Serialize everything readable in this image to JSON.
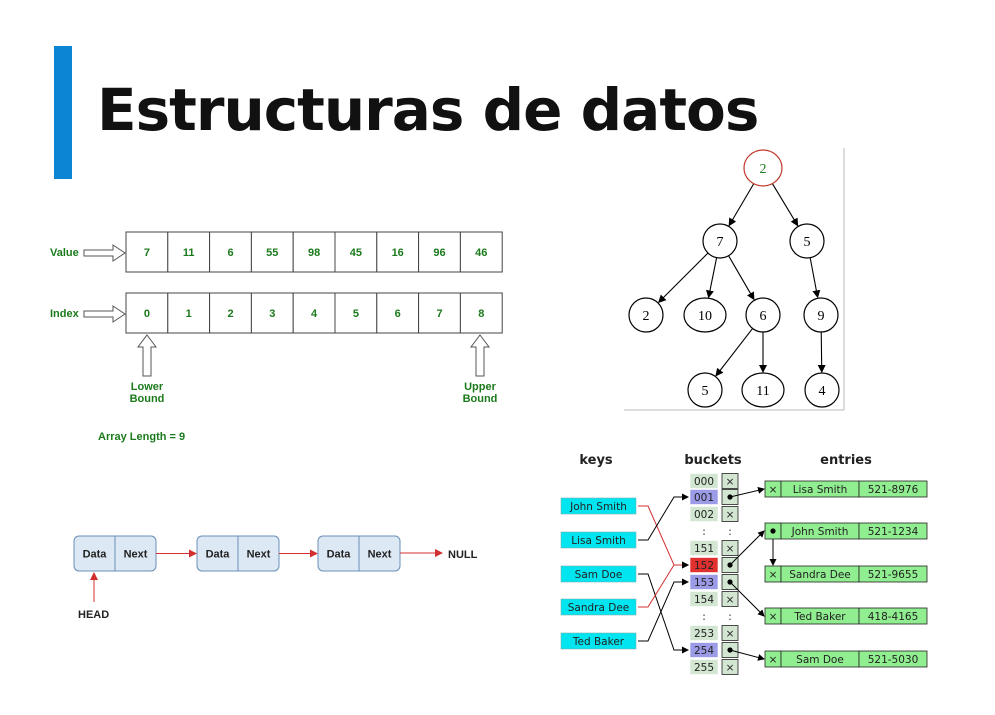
{
  "title": "Estructuras de datos",
  "array": {
    "value_label": "Value",
    "index_label": "Index",
    "values": [
      "7",
      "11",
      "6",
      "55",
      "98",
      "45",
      "16",
      "96",
      "46"
    ],
    "indices": [
      "0",
      "1",
      "2",
      "3",
      "4",
      "5",
      "6",
      "7",
      "8"
    ],
    "lower_bound": [
      "Lower",
      "Bound"
    ],
    "upper_bound": [
      "Upper",
      "Bound"
    ],
    "length_label": "Array Length = 9"
  },
  "tree": {
    "nodes": [
      "2",
      "7",
      "5",
      "2",
      "10",
      "6",
      "9",
      "5",
      "11",
      "4"
    ],
    "edges": [
      [
        0,
        1
      ],
      [
        0,
        2
      ],
      [
        1,
        3
      ],
      [
        1,
        4
      ],
      [
        1,
        5
      ],
      [
        2,
        6
      ],
      [
        5,
        7
      ],
      [
        5,
        8
      ],
      [
        6,
        9
      ]
    ]
  },
  "linked_list": {
    "nodes": [
      {
        "data": "Data",
        "next": "Next"
      },
      {
        "data": "Data",
        "next": "Next"
      },
      {
        "data": "Data",
        "next": "Next"
      }
    ],
    "null_label": "NULL",
    "head_label": "HEAD"
  },
  "hash_table": {
    "headers": {
      "keys": "keys",
      "buckets": "buckets",
      "entries": "entries"
    },
    "keys": [
      "John Smith",
      "Lisa Smith",
      "Sam Doe",
      "Sandra Dee",
      "Ted Baker"
    ],
    "buckets": [
      {
        "id": "000",
        "mark": "×"
      },
      {
        "id": "001",
        "mark": "•"
      },
      {
        "id": "002",
        "mark": "×"
      },
      {
        "id": ":",
        "mark": ":"
      },
      {
        "id": "151",
        "mark": "×"
      },
      {
        "id": "152",
        "mark": "•"
      },
      {
        "id": "153",
        "mark": "•"
      },
      {
        "id": "154",
        "mark": "×"
      },
      {
        "id": ":",
        "mark": ":"
      },
      {
        "id": "253",
        "mark": "×"
      },
      {
        "id": "254",
        "mark": "•"
      },
      {
        "id": "255",
        "mark": "×"
      }
    ],
    "entries": [
      {
        "mark": "×",
        "name": "Lisa Smith",
        "phone": "521-8976"
      },
      {
        "mark": "•",
        "name": "John Smith",
        "phone": "521-1234"
      },
      {
        "mark": "×",
        "name": "Sandra Dee",
        "phone": "521-9655"
      },
      {
        "mark": "×",
        "name": "Ted Baker",
        "phone": "418-4165"
      },
      {
        "mark": "×",
        "name": "Sam Doe",
        "phone": "521-5030"
      }
    ],
    "colors": {
      "key_fill": "#00e5f0",
      "bucket_fill": "#d2e6d2",
      "collision_fill": "#e03030",
      "chain_fill": "#9b9be8",
      "entry_fill": "#90ee90"
    }
  },
  "colors": {
    "accent": "#0a86d4",
    "array_text": "#1b7a1b",
    "tree_root": "#c0392b",
    "ll_fill": "#dde8f5",
    "ll_stroke": "#6a8fb8",
    "ll_arrow": "#d32f2f"
  }
}
